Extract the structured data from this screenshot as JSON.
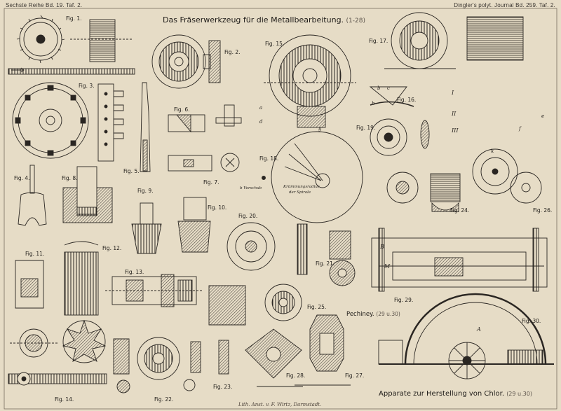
{
  "header": {
    "left": "Sechste Reihe Bd. 19. Taf. 2.",
    "right": "Dingler's polyt. Journal Bd. 259. Taf. 2."
  },
  "title": {
    "main": "Das Fräserwerkzeug für die Metallbearbeitung.",
    "range": "(1-28)"
  },
  "pechiney": {
    "name": "Pechiney.",
    "range": "(29 u.30)"
  },
  "footer_title": {
    "main": "Apparate zur Herstellung von Chlor.",
    "range": "(29 u.30)"
  },
  "lithographer": "Lith. Anst. v. F. Wirtz, Darmstadt.",
  "figures": {
    "f1": "Fig. 1.",
    "f2": "Fig. 2.",
    "f3": "Fig. 3.",
    "f4": "Fig. 4.",
    "f5": "Fig. 5.",
    "f6": "Fig. 6.",
    "f7": "Fig. 7.",
    "f8": "Fig. 8.",
    "f9": "Fig. 9.",
    "f10": "Fig. 10.",
    "f11": "Fig. 11.",
    "f12": "Fig. 12.",
    "f13": "Fig. 13.",
    "f14": "Fig. 14.",
    "f15": "Fig. 15.",
    "f16": "Fig. 16.",
    "f17": "Fig. 17.",
    "f18": "Fig. 18.",
    "f19": "Fig. 19.",
    "f20": "Fig. 20.",
    "f21": "Fig. 21.",
    "f22": "Fig. 22.",
    "f23": "Fig. 23.",
    "f24": "Fig. 24.",
    "f25": "Fig. 25.",
    "f26": "Fig. 26.",
    "f27": "Fig. 27.",
    "f28": "Fig. 28.",
    "f29": "Fig. 29.",
    "f30": "Fig. 30."
  },
  "annotations": {
    "vorschub": "b Vorschub",
    "spirale_1": "Krümmungsradius",
    "spirale_2": "der Spirale",
    "letters": [
      "a",
      "b",
      "c",
      "d",
      "e",
      "f",
      "g",
      "h",
      "k",
      "A",
      "B",
      "M",
      "I",
      "II",
      "III"
    ]
  }
}
